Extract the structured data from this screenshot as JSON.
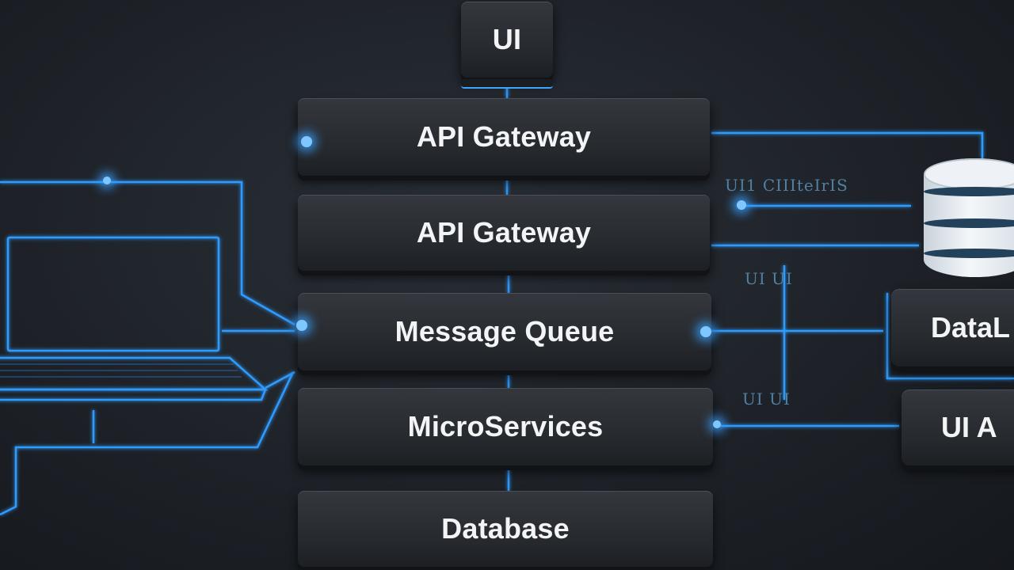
{
  "layers": {
    "ui": "UI",
    "gateway_1": "API Gateway",
    "gateway_2": "API Gateway",
    "queue": "Message Queue",
    "services": "MicroServices",
    "database": "Database"
  },
  "side_boxes": {
    "top": "DataL",
    "bottom": "UI A"
  },
  "faint_labels": {
    "label_1": "UI1 CIIIteIrIS",
    "label_2": "UI UI",
    "label_3": "UI UI"
  },
  "colors": {
    "wire": "#2f9bff",
    "background": "#1e2228",
    "box": "#2b2e33"
  }
}
